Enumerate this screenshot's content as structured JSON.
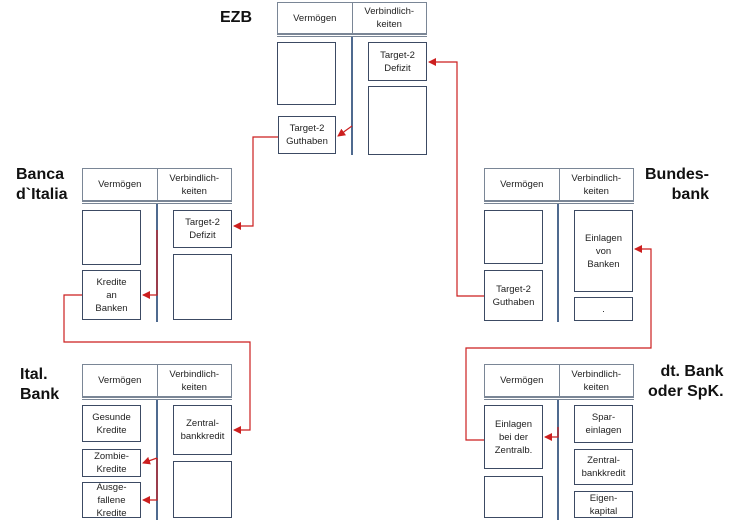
{
  "headers": {
    "assets": "Vermögen",
    "liabilities": "Verbindlich-\nkeiten"
  },
  "ezb": {
    "title": "EZB",
    "target2_defizit": "Target-2\nDefizit",
    "target2_guthaben": "Target-2\nGuthaben"
  },
  "banca_italia": {
    "title": "Banca\nd`Italia",
    "target2_defizit": "Target-2\nDefizit",
    "kredite_an_banken": "Kredite\nan\nBanken"
  },
  "bundesbank": {
    "title": "Bundes-\nbank",
    "einlagen_von_banken": "Einlagen\nvon\nBanken",
    "dot": ".",
    "target2_guthaben": "Target-2\nGuthaben"
  },
  "ital_bank": {
    "title": "Ital.\nBank",
    "gesunde_kredite": "Gesunde\nKredite",
    "zombie_kredite": "Zombie-\nKredite",
    "ausgefallene_kredite": "Ausge-\nfallene\nKredite",
    "zentralbankkredit": "Zentral-\nbankkredit"
  },
  "dt_bank": {
    "title": "dt. Bank\noder SpK.",
    "einlagen_bei_zentralb": "Einlagen\nbei der\nZentralb.",
    "spareinlagen": "Spar-\neinlagen",
    "zentralbankkredit": "Zentral-\nbankkredit",
    "eigenkapital": "Eigen-\nkapital"
  },
  "colors": {
    "arrow": "#cc1f1f",
    "box_border": "#3c4a63",
    "divider": "#4f6a8f"
  }
}
